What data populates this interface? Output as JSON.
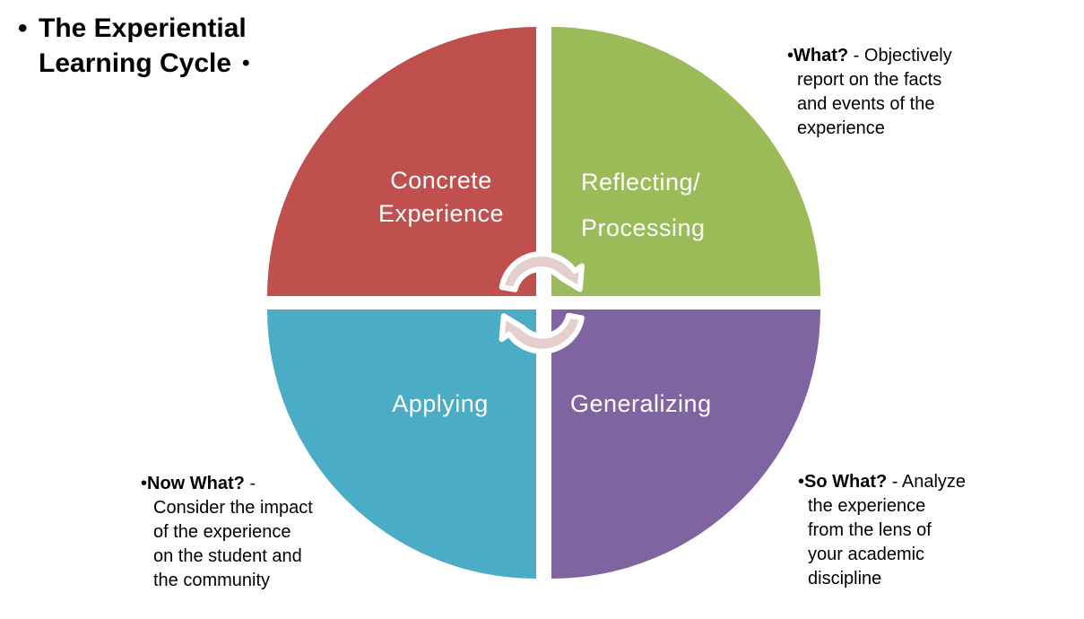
{
  "title": {
    "bullet": "•",
    "line1": "The Experiential",
    "line2": "Learning Cycle",
    "trailing_bullet": "•"
  },
  "quadrants": {
    "concrete": {
      "line1": "Concrete",
      "line2": "Experience",
      "color": "#C0504D"
    },
    "reflecting": {
      "line1": "Reflecting/",
      "line2": "Processing",
      "color": "#9BBB59"
    },
    "applying": {
      "label": "Applying",
      "color": "#4BACC6"
    },
    "generalizing": {
      "label": "Generalizing",
      "color": "#8064A2"
    }
  },
  "notes": {
    "what": {
      "bullet": "•",
      "lead": "What?",
      "line1_rest": " - Objectively",
      "lines": [
        "report on the facts",
        "and events of the",
        "experience"
      ]
    },
    "now_what": {
      "bullet": "•",
      "lead": "Now What?",
      "line1_rest": " -",
      "lines": [
        "Consider the impact",
        "of the experience",
        "on the student and",
        "the community"
      ]
    },
    "so_what": {
      "bullet": "•",
      "lead": "So What?",
      "line1_rest": " - Analyze",
      "lines": [
        "the experience",
        "from the lens of",
        "your academic",
        "discipline"
      ]
    }
  },
  "icons": {
    "cycle_arrows": "clockwise-cycle-arrows"
  },
  "colors": {
    "concrete_red": "#C0504D",
    "reflecting_green": "#9BBB59",
    "applying_teal": "#4BACC6",
    "generalizing_purple": "#8064A2",
    "arrow_fill": "#E5CECE",
    "arrow_outline": "#FFFFFF",
    "quadrant_text": "#FFFFFF",
    "note_text": "#000000",
    "background": "#FFFFFF"
  }
}
